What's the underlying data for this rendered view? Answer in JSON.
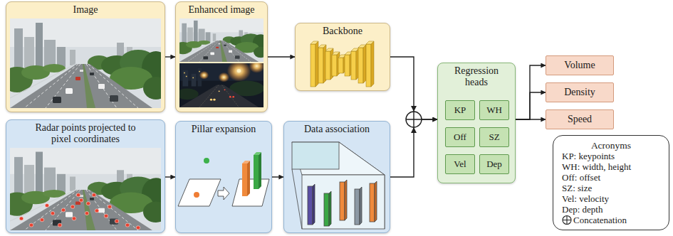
{
  "diagram": {
    "nodes": [
      {
        "text": [
          "Image"
        ]
      },
      {
        "text": [
          "Enhanced image"
        ]
      },
      {
        "text": [
          "Backbone"
        ]
      },
      {
        "text": [
          "Radar points projected to pixel coordinates"
        ]
      },
      {
        "text": [
          "Pillar expansion"
        ]
      },
      {
        "text": [
          "Data association"
        ]
      },
      {
        "text": [
          "Regression heads"
        ]
      },
      {
        "text": [
          "KP"
        ],
        "in": 6
      },
      {
        "text": [
          "WH"
        ],
        "in": 6
      },
      {
        "text": [
          "Off"
        ],
        "in": 6
      },
      {
        "text": [
          "SZ"
        ],
        "in": 6
      },
      {
        "text": [
          "Vel"
        ],
        "in": 6
      },
      {
        "text": [
          "Dep"
        ],
        "in": 6
      },
      {
        "text": [
          "Volume"
        ]
      },
      {
        "text": [
          "Density"
        ]
      },
      {
        "text": [
          "Speed"
        ]
      },
      {
        "text": [
          "Acronyms",
          "KP: keypoints",
          "WH: width, height",
          "Off: offset",
          "SZ: size",
          "Vel: velocity",
          "Dep: depth",
          "Concatenation"
        ]
      }
    ],
    "edges": [
      {
        "from": 0,
        "to": 1,
        "arrow": "to"
      },
      {
        "from": 1,
        "to": 2,
        "arrow": "to"
      },
      {
        "from": 3,
        "to": 4,
        "arrow": "to"
      },
      {
        "from": 4,
        "to": 5,
        "arrow": "to"
      },
      {
        "from": 2,
        "to": 6,
        "arrow": "to"
      },
      {
        "from": 5,
        "to": 6,
        "arrow": "to"
      },
      {
        "from": 6,
        "to": 13,
        "arrow": "to"
      },
      {
        "from": 6,
        "to": 14,
        "arrow": "to"
      },
      {
        "from": 6,
        "to": 15,
        "arrow": "to"
      }
    ]
  }
}
